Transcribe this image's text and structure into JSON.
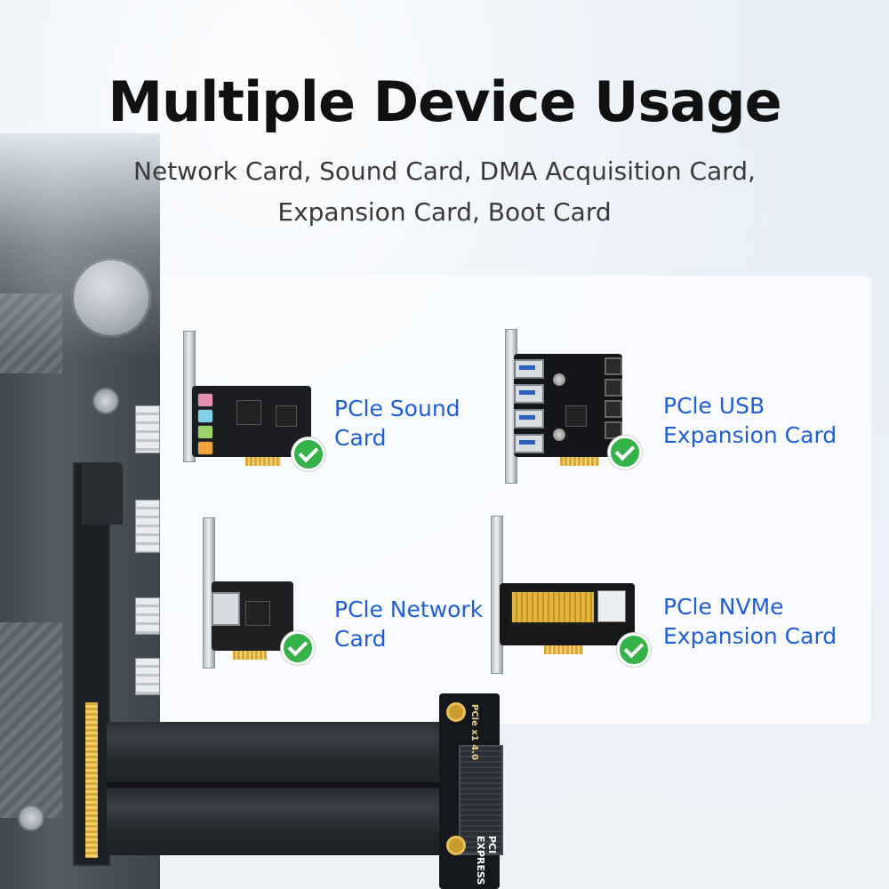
{
  "header": {
    "title": "Multiple Device Usage",
    "subtitle_line1": "Network Card, Sound Card, DMA Acquisition Card,",
    "subtitle_line2": "Expansion Card, Boot Card"
  },
  "cards": [
    {
      "line1": "PCle Sound",
      "line2": "Card",
      "icon": "check-icon"
    },
    {
      "line1": "PCle USB",
      "line2": "Expansion Card",
      "icon": "check-icon"
    },
    {
      "line1": "PCle Network",
      "line2": "Card",
      "icon": "check-icon"
    },
    {
      "line1": "PCle NVMe",
      "line2": "Expansion Card",
      "icon": "check-icon"
    }
  ],
  "riser": {
    "label_top": "PCle x1 4.0",
    "label_bottom": "PCI EXPRESS"
  },
  "colors": {
    "accent": "#1f5fd6",
    "check": "#35b24a",
    "title": "#111111"
  }
}
